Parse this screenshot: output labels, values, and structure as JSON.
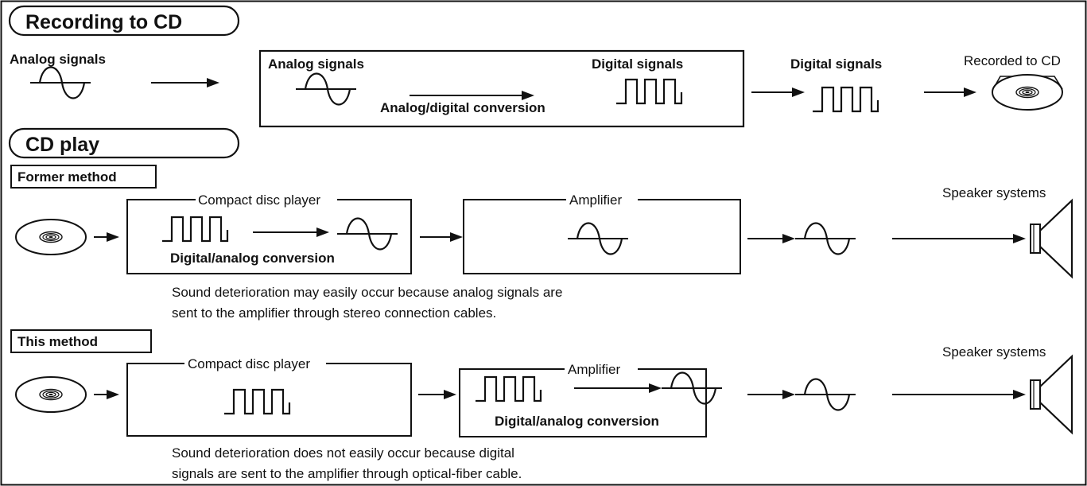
{
  "recording": {
    "heading": "Recording to CD",
    "analog_signals_left": "Analog signals",
    "box_analog_signals": "Analog signals",
    "box_digital_signals": "Digital signals",
    "box_conversion": "Analog/digital conversion",
    "digital_signals_right": "Digital signals",
    "recorded_to_cd": "Recorded to CD"
  },
  "playback": {
    "heading": "CD play",
    "former": {
      "tag": "Former method",
      "player_title": "Compact disc player",
      "player_conversion": "Digital/analog conversion",
      "amplifier_title": "Amplifier",
      "speaker_label": "Speaker systems",
      "note_line1": "Sound deterioration may easily occur because analog signals are",
      "note_line2": "sent to the amplifier through stereo connection cables."
    },
    "current": {
      "tag": "This method",
      "player_title": "Compact disc player",
      "amplifier_title": "Amplifier",
      "amplifier_conversion": "Digital/analog conversion",
      "speaker_label": "Speaker systems",
      "note_line1": "Sound deterioration does not easily occur because digital",
      "note_line2": "signals are sent to the amplifier through optical-fiber cable."
    }
  },
  "icons": [
    "compact-disc-icon",
    "speaker-icon",
    "analog-wave-icon",
    "digital-pulse-icon",
    "arrow-icon"
  ],
  "colors": {
    "ink": "#111111",
    "background": "#ffffff"
  }
}
